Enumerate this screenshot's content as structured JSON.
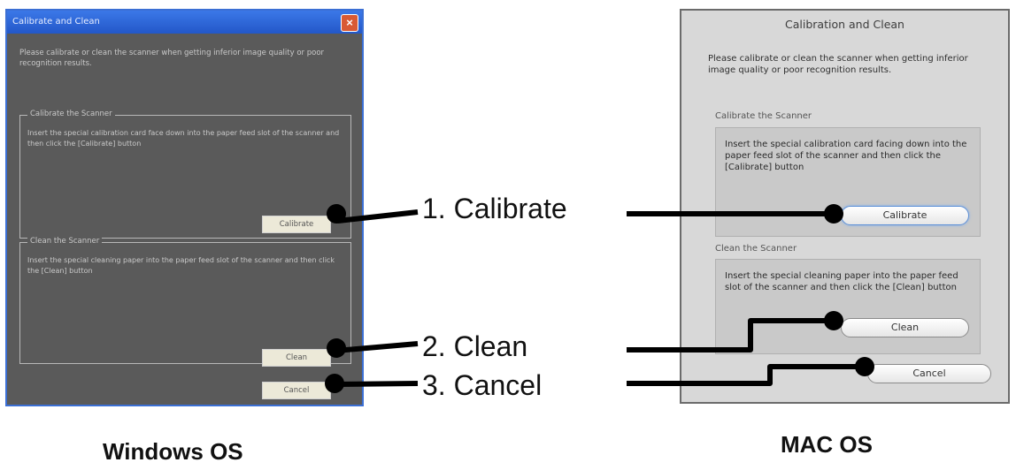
{
  "windows_dialog": {
    "title": "Calibrate and Clean",
    "description": "Please calibrate or clean the scanner when getting inferior image quality or poor recognition results.",
    "calibrate_group": {
      "legend": "Calibrate the Scanner",
      "text": "Insert the special calibration card face down into the paper feed slot of the scanner and then click the [Calibrate] button",
      "button": "Calibrate"
    },
    "clean_group": {
      "legend": "Clean the Scanner",
      "text": "Insert the special cleaning paper into the paper feed slot of the scanner and then click the [Clean] button",
      "button": "Clean"
    },
    "cancel_button": "Cancel",
    "close_glyph": "×"
  },
  "mac_dialog": {
    "title": "Calibration and Clean",
    "description": "Please calibrate or clean the scanner when getting inferior image quality or poor recognition results.",
    "calibrate_group": {
      "label": "Calibrate the Scanner",
      "text": "Insert the special calibration card facing down into the paper feed slot of the scanner and then click the [Calibrate] button",
      "button": "Calibrate"
    },
    "clean_group": {
      "label": "Clean the Scanner",
      "text": "Insert the special cleaning paper into the paper feed slot of the scanner and then click the [Clean] button",
      "button": "Clean"
    },
    "cancel_button": "Cancel"
  },
  "annotations": {
    "calibrate": "1. Calibrate",
    "clean": "2. Clean",
    "cancel": "3. Cancel"
  },
  "os_labels": {
    "windows": "Windows OS",
    "mac": "MAC OS"
  }
}
